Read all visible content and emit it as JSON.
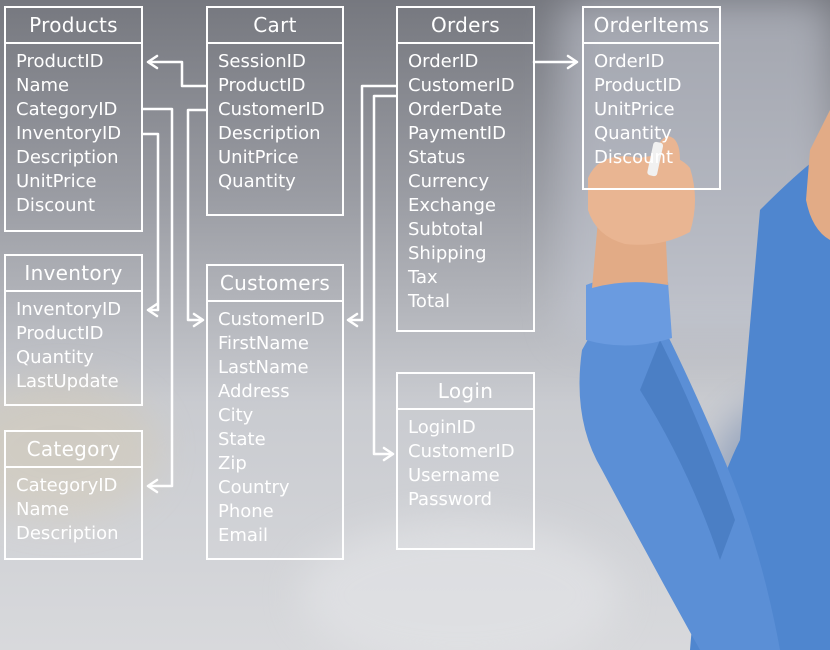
{
  "diagram": {
    "tables": [
      {
        "id": "products",
        "title": "Products",
        "fields": [
          "ProductID",
          "Name",
          "CategoryID",
          "InventoryID",
          "Description",
          "UnitPrice",
          "Discount"
        ]
      },
      {
        "id": "cart",
        "title": "Cart",
        "fields": [
          "SessionID",
          "ProductID",
          "CustomerID",
          "Description",
          "UnitPrice",
          "Quantity"
        ]
      },
      {
        "id": "orders",
        "title": "Orders",
        "fields": [
          "OrderID",
          "CustomerID",
          "OrderDate",
          "PaymentID",
          "Status",
          "Currency",
          "Exchange",
          "Subtotal",
          "Shipping",
          "Tax",
          "Total"
        ]
      },
      {
        "id": "orderitems",
        "title": "OrderItems",
        "fields": [
          "OrderID",
          "ProductID",
          "UnitPrice",
          "Quantity",
          "Discount"
        ]
      },
      {
        "id": "inventory",
        "title": "Inventory",
        "fields": [
          "InventoryID",
          "ProductID",
          "Quantity",
          "LastUpdate"
        ]
      },
      {
        "id": "customers",
        "title": "Customers",
        "fields": [
          "CustomerID",
          "FirstName",
          "LastName",
          "Address",
          "City",
          "State",
          "Zip",
          "Country",
          "Phone",
          "Email"
        ]
      },
      {
        "id": "category",
        "title": "Category",
        "fields": [
          "CategoryID",
          "Name",
          "Description"
        ]
      },
      {
        "id": "login",
        "title": "Login",
        "fields": [
          "LoginID",
          "CustomerID",
          "Username",
          "Password"
        ]
      }
    ]
  },
  "colors": {
    "chalk": "#ffffff",
    "shirt": "#5b8fd6",
    "skin": "#e2ab86",
    "background": "#8e9097"
  }
}
